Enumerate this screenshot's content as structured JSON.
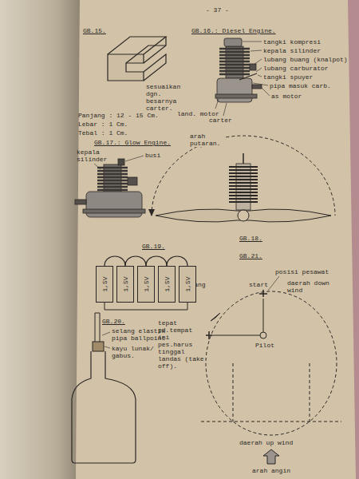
{
  "diagram": {
    "nodes": [
      {
        "text": [
          "1,5V"
        ]
      },
      {
        "text": [
          "1,5V"
        ]
      },
      {
        "text": [
          "1,5V"
        ]
      },
      {
        "text": [
          "1,5V"
        ]
      },
      {
        "text": [
          "1,5V"
        ]
      }
    ],
    "edges": [
      {
        "from": 0,
        "to": 1,
        "arrow": "none"
      },
      {
        "from": 1,
        "to": 2,
        "arrow": "none"
      },
      {
        "from": 2,
        "to": 3,
        "arrow": "none"
      },
      {
        "from": 3,
        "to": 4,
        "arrow": "none"
      }
    ],
    "labels": [
      "- 37 -",
      "GB.15.",
      "sesuaikan dgn. besarnya carter.",
      "Panjang : 12 - 15 Cm.",
      "Lebar : 1 Cm.",
      "Tebal : 1 Cm.",
      "GB.16.: Diesel Engine.",
      "tangki kompresi",
      "kepala silinder",
      "lubang buang (knalpot)",
      "lubang carburator",
      "tangki spuyer",
      "pipa masuk carb.",
      "as motor",
      "land. motor",
      "carter",
      "GB.17.: Glow Engine.",
      "kepala silinder",
      "busi",
      "arah putaran.",
      "GB.18.",
      "GB.19.",
      "selang elastik pipa ballpoint",
      "kayu lunak/ gabus.",
      "GB.20.",
      "GB.21.",
      "arah terbang",
      "start",
      "posisi pesawat",
      "daerah down wind",
      "tepat pd.tempat ini pes.harus tinggal landas (take off).",
      "Pilot",
      "daerah up wind",
      "arah angin"
    ]
  }
}
